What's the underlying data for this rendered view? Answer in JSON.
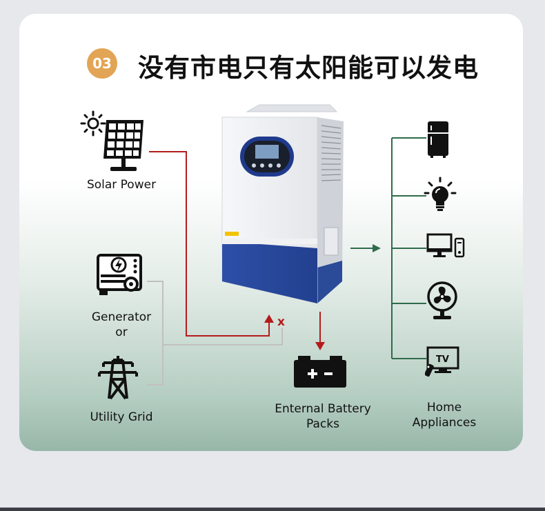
{
  "badge": "03",
  "title": "没有市电只有太阳能可以发电",
  "labels": {
    "solar": "Solar Power",
    "generator": "Generator",
    "or": "or",
    "grid": "Utility Grid",
    "battery_line1": "Enternal Battery",
    "battery_line2": "Packs",
    "home_line1": "Home",
    "home_line2": "Appliances",
    "tv": "TV",
    "block_mark": "x"
  },
  "colors": {
    "badge": "#e2a455",
    "solar_line": "#b31b1b",
    "grid_line": "#c0c0c0",
    "home_line": "#2e6b4a"
  },
  "icons": [
    "sun-icon",
    "solar-panel-icon",
    "generator-icon",
    "power-tower-icon",
    "battery-icon",
    "fridge-icon",
    "light-bulb-icon",
    "computer-icon",
    "fan-icon",
    "tv-icon",
    "inverter-device"
  ]
}
